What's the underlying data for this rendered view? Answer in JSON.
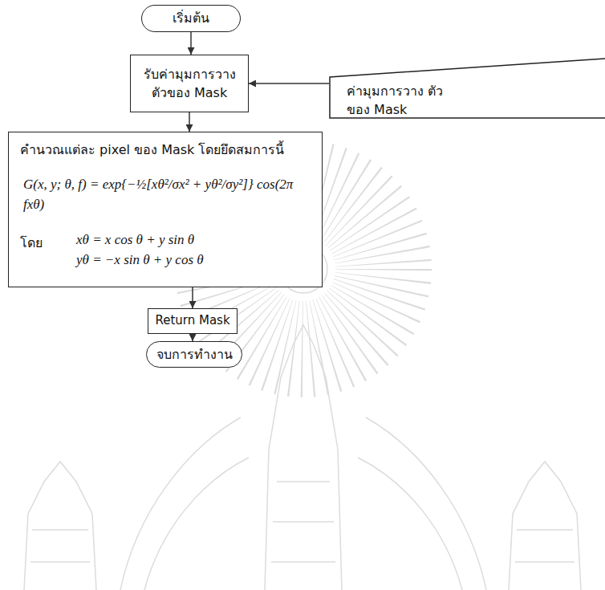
{
  "diagram": {
    "nodes": [
      {
        "text": [
          "เริ่มต้น"
        ]
      },
      {
        "text": [
          "รับค่ามุมการวาง ตัวของ Mask"
        ]
      },
      {
        "text": [
          "ค่ามุมการวาง ตัวของ Mask"
        ]
      },
      {
        "text": [
          "คำนวณแต่ละ pixel ของ Mask โดยยึดสมการนี้",
          "G(x, y; θ, f) = exp{−½[xθ²/σx² + yθ²/σy²]} cos(2π fxθ)",
          "โดย",
          "xθ = x cos θ + y sin θ",
          "yθ = −x sin θ + y cos θ"
        ]
      },
      {
        "text": [
          "Return Mask"
        ]
      },
      {
        "text": [
          "จบการทำงาน"
        ]
      }
    ],
    "edges": [
      {
        "from": 0,
        "to": 1,
        "arrow": "to"
      },
      {
        "from": 2,
        "to": 1,
        "arrow": "to"
      },
      {
        "from": 1,
        "to": 3,
        "arrow": "to"
      },
      {
        "from": 3,
        "to": 4,
        "arrow": "to"
      },
      {
        "from": 4,
        "to": 5,
        "arrow": "to"
      }
    ]
  }
}
